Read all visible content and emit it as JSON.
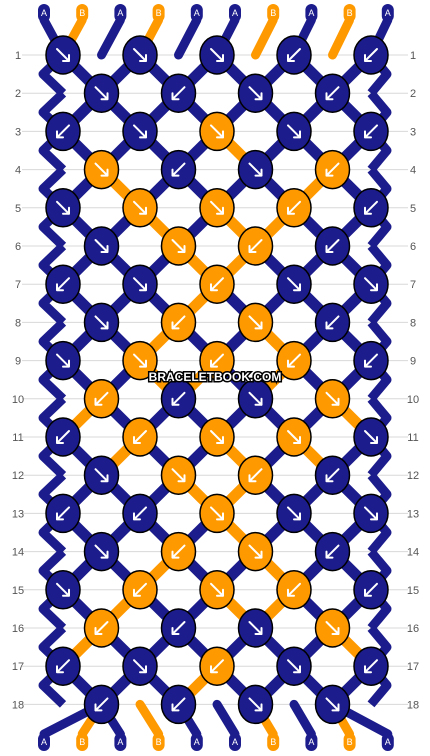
{
  "colors": {
    "A": "#1c1c8c",
    "B": "#ff9900"
  },
  "strand_labels_top": [
    "A",
    "B",
    "A",
    "B",
    "A",
    "A",
    "B",
    "A",
    "B",
    "A"
  ],
  "strand_labels_bottom": [
    "A",
    "B",
    "A",
    "B",
    "A",
    "A",
    "B",
    "A",
    "B",
    "A"
  ],
  "row_numbers": [
    "1",
    "2",
    "3",
    "4",
    "5",
    "6",
    "7",
    "8",
    "9",
    "10",
    "11",
    "12",
    "13",
    "14",
    "15",
    "16",
    "17",
    "18"
  ],
  "watermark": "BRACELETBOOK.COM",
  "knot_rows": [
    [
      "A:dr",
      "A:dr",
      "A:dr",
      "A:dl",
      "A:dl"
    ],
    [
      "A:dr",
      "A:dl",
      "A:dr",
      "A:dl"
    ],
    [
      "A:dl",
      "A:dr",
      "B:dr",
      "A:dr",
      "A:dl"
    ],
    [
      "B:dr",
      "A:dl",
      "A:dr",
      "B:dl"
    ],
    [
      "A:dr",
      "B:dr",
      "B:dr",
      "B:dl",
      "A:dl"
    ],
    [
      "A:dr",
      "B:dr",
      "B:dl",
      "A:dl"
    ],
    [
      "A:dl",
      "A:dr",
      "B:dl",
      "A:dr",
      "A:dr"
    ],
    [
      "A:dr",
      "B:dl",
      "B:dr",
      "A:dl"
    ],
    [
      "A:dr",
      "B:dr",
      "B:dl",
      "B:dl",
      "A:dl"
    ],
    [
      "B:dl",
      "A:dl",
      "A:dr",
      "B:dr"
    ],
    [
      "A:dl",
      "B:dl",
      "B:dr",
      "B:dr",
      "A:dr"
    ],
    [
      "A:dr",
      "B:dr",
      "B:dl",
      "A:dl"
    ],
    [
      "A:dl",
      "A:dl",
      "B:dr",
      "A:dr",
      "A:dr"
    ],
    [
      "A:dr",
      "B:dl",
      "B:dr",
      "A:dl"
    ],
    [
      "A:dr",
      "B:dl",
      "B:dr",
      "B:dl",
      "A:dl"
    ],
    [
      "B:dl",
      "A:dl",
      "A:dr",
      "B:dr"
    ],
    [
      "A:dl",
      "A:dr",
      "B:dl",
      "A:dr",
      "A:dl"
    ],
    [
      "A:dl",
      "A:dl",
      "A:dr",
      "A:dr"
    ]
  ]
}
